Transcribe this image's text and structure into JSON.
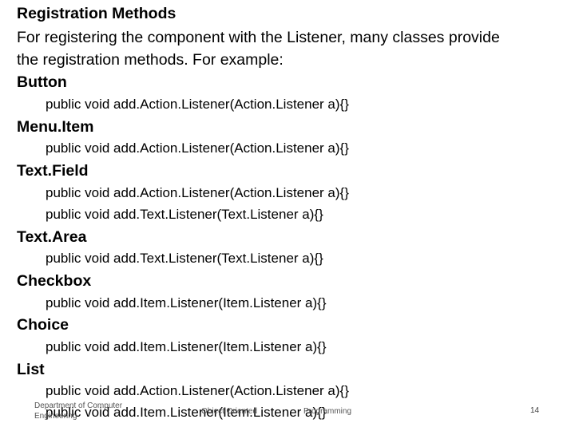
{
  "slide": {
    "title": "Registration Methods",
    "intro_line1": "For registering the component with the Listener, many classes provide",
    "intro_line2": "the registration methods. For example:",
    "sections": [
      {
        "name": "Button",
        "methods": [
          "public void add.Action.Listener(Action.Listener a){}"
        ]
      },
      {
        "name": "Menu.Item",
        "methods": [
          "public void add.Action.Listener(Action.Listener a){}"
        ]
      },
      {
        "name": "Text.Field",
        "methods": [
          "public void add.Action.Listener(Action.Listener a){}",
          "public void add.Text.Listener(Text.Listener a){}"
        ]
      },
      {
        "name": "Text.Area",
        "methods": [
          "public void add.Text.Listener(Text.Listener a){}"
        ]
      },
      {
        "name": "Checkbox",
        "methods": [
          "public void add.Item.Listener(Item.Listener a){}"
        ]
      },
      {
        "name": "Choice",
        "methods": [
          "public void add.Item.Listener(Item.Listener a){}"
        ]
      },
      {
        "name": "List",
        "methods": [
          "public void add.Action.Listener(Action.Listener a){}",
          "public void add.Item.Listener(Item.Listener a){}"
        ]
      }
    ]
  },
  "footer": {
    "department_line1": "Department of Computer",
    "department_line2": "Engineering",
    "center_left": "Object Oriented",
    "center_right": "Programming",
    "page_number": "14"
  }
}
